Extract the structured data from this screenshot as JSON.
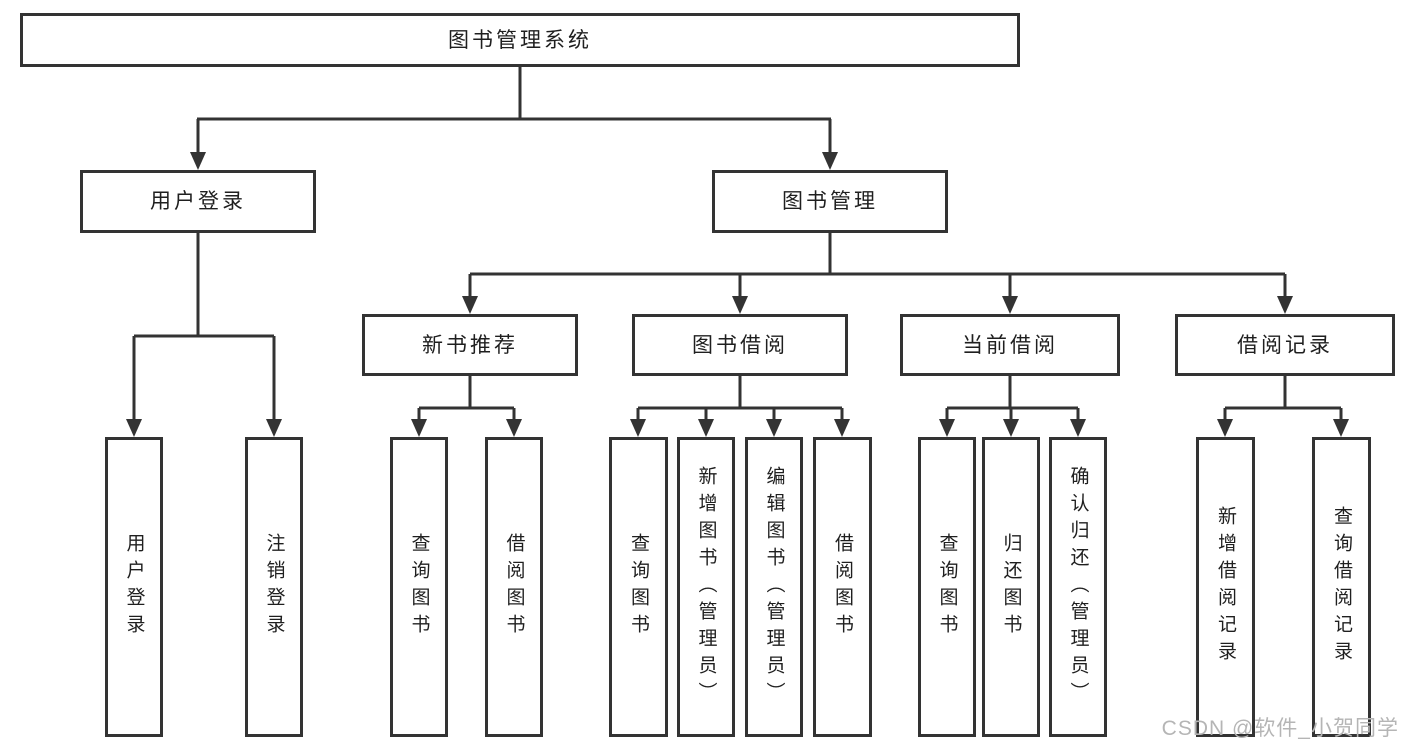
{
  "diagram": {
    "root": {
      "id": "root",
      "label": "图书管理系统",
      "children": [
        {
          "id": "user-login-branch",
          "label": "用户登录",
          "children": [
            {
              "id": "user-login",
              "label": "用户登录"
            },
            {
              "id": "logout",
              "label": "注销登录"
            }
          ]
        },
        {
          "id": "book-management",
          "label": "图书管理",
          "children": [
            {
              "id": "new-book-recommend",
              "label": "新书推荐",
              "children": [
                {
                  "id": "query-books-recommend",
                  "label": "查询图书"
                },
                {
                  "id": "borrow-books-recommend",
                  "label": "借阅图书"
                }
              ]
            },
            {
              "id": "book-borrowing",
              "label": "图书借阅",
              "children": [
                {
                  "id": "query-books-borrowing",
                  "label": "查询图书"
                },
                {
                  "id": "add-book-admin",
                  "label": "新增图书（管理员）"
                },
                {
                  "id": "edit-book-admin",
                  "label": "编辑图书（管理员）"
                },
                {
                  "id": "borrow-books-borrowing",
                  "label": "借阅图书"
                }
              ]
            },
            {
              "id": "current-borrowing",
              "label": "当前借阅",
              "children": [
                {
                  "id": "query-books-current",
                  "label": "查询图书"
                },
                {
                  "id": "return-book",
                  "label": "归还图书"
                },
                {
                  "id": "confirm-return-admin",
                  "label": "确认归还（管理员）"
                }
              ]
            },
            {
              "id": "borrowing-records",
              "label": "借阅记录",
              "children": [
                {
                  "id": "add-borrow-record",
                  "label": "新增借阅记录"
                },
                {
                  "id": "query-borrow-record",
                  "label": "查询借阅记录"
                }
              ]
            }
          ]
        }
      ]
    }
  },
  "watermark": {
    "text": "CSDN @软件_小贺同学"
  },
  "colors": {
    "line": "#333333",
    "box_fill": "#ffffff",
    "text": "#1f1f1f",
    "watermark": "#b5b5b5",
    "background": "#ffffff"
  }
}
